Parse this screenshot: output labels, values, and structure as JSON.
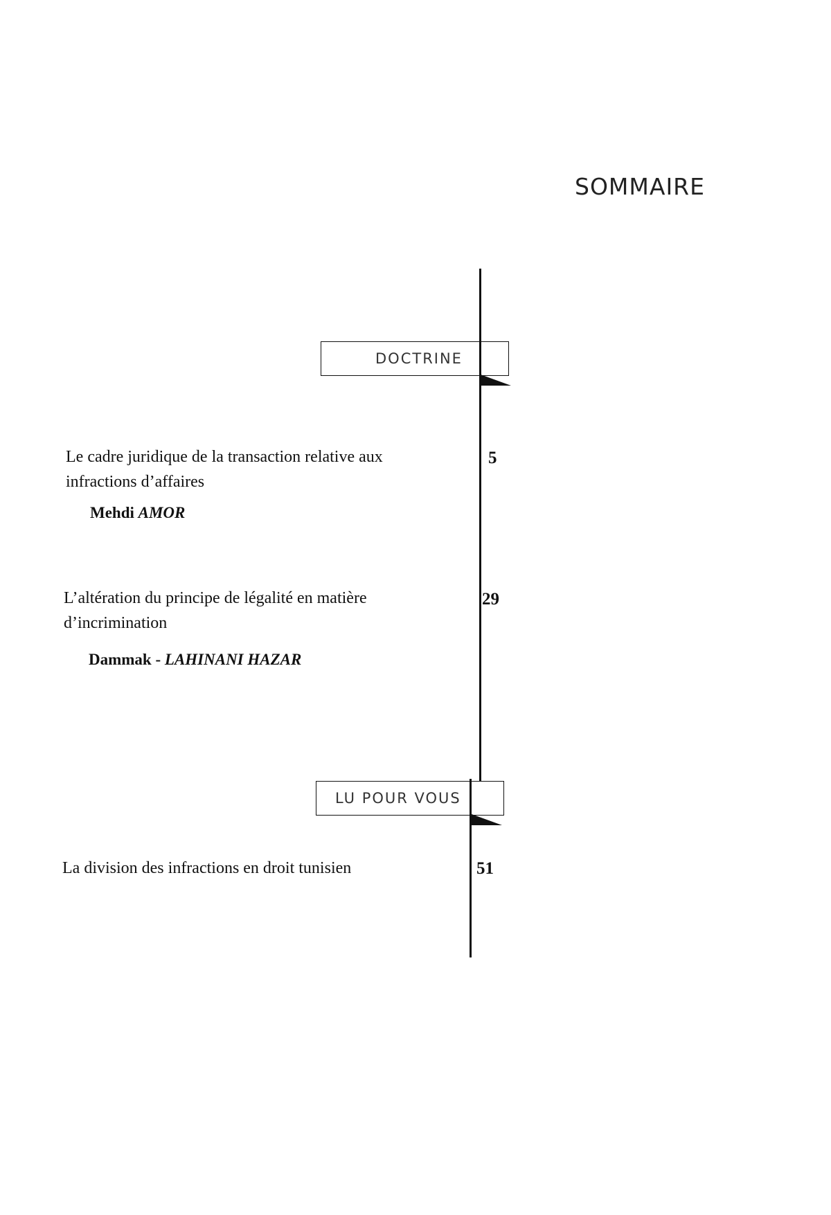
{
  "page": {
    "title": "SOMMAIRE"
  },
  "sections": {
    "doctrine": {
      "label": "DOCTRINE",
      "entries": [
        {
          "title": "Le cadre juridique de la transaction relative aux infractions d’affaires",
          "author_first": "Mehdi",
          "author_last": "AMOR",
          "page": "5"
        },
        {
          "title": "L’altération du principe de légalité en matière d’incrimination",
          "author_first": "Dammak -",
          "author_last": "LAHINANI HAZAR",
          "page": "29"
        }
      ]
    },
    "lu_pour_vous": {
      "label": "LU POUR VOUS",
      "entries": [
        {
          "title": "La division des infractions en droit tunisien",
          "page": "51"
        }
      ]
    }
  }
}
